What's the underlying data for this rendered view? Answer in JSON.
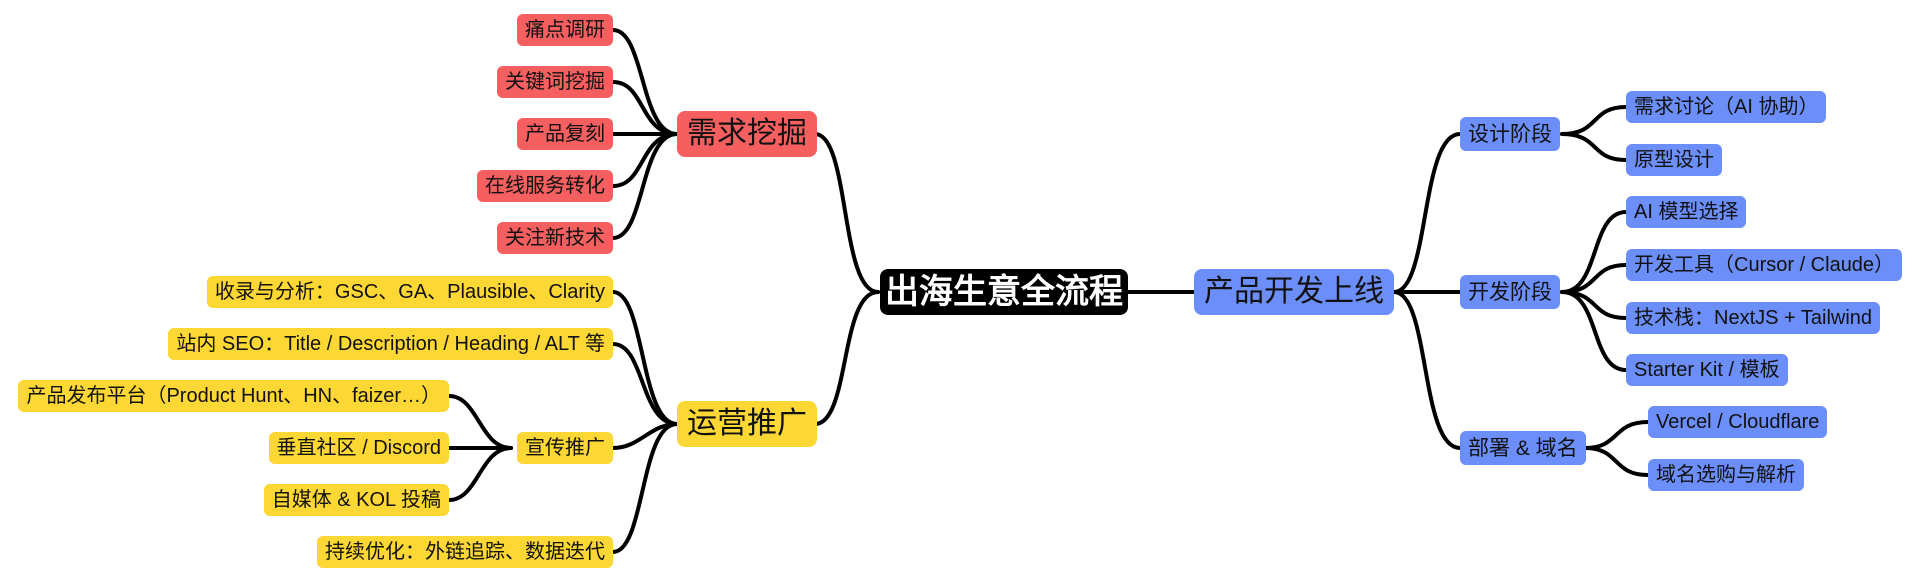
{
  "root": {
    "label": "出海生意全流程"
  },
  "demand": {
    "label": "需求挖掘",
    "items": [
      "痛点调研",
      "关键词挖掘",
      "产品复刻",
      "在线服务转化",
      "关注新技术"
    ]
  },
  "ops": {
    "label": "运营推广",
    "items": [
      "收录与分析：GSC、GA、Plausible、Clarity",
      "站内 SEO：Title / Description / Heading / ALT 等"
    ],
    "promo": {
      "label": "宣传推广",
      "items": [
        "产品发布平台（Product Hunt、HN、faizer…）",
        "垂直社区 / Discord",
        "自媒体 & KOL 投稿"
      ]
    },
    "last": "持续优化：外链追踪、数据迭代"
  },
  "dev": {
    "label": "产品开发上线",
    "design": {
      "label": "设计阶段",
      "items": [
        "需求讨论（AI 协助）",
        "原型设计"
      ]
    },
    "build": {
      "label": "开发阶段",
      "items": [
        "AI 模型选择",
        "开发工具（Cursor / Claude）",
        "技术栈：NextJS + Tailwind",
        "Starter Kit / 模板"
      ]
    },
    "deploy": {
      "label": "部署 & 域名",
      "items": [
        "Vercel / Cloudflare",
        "域名选购与解析"
      ]
    }
  }
}
